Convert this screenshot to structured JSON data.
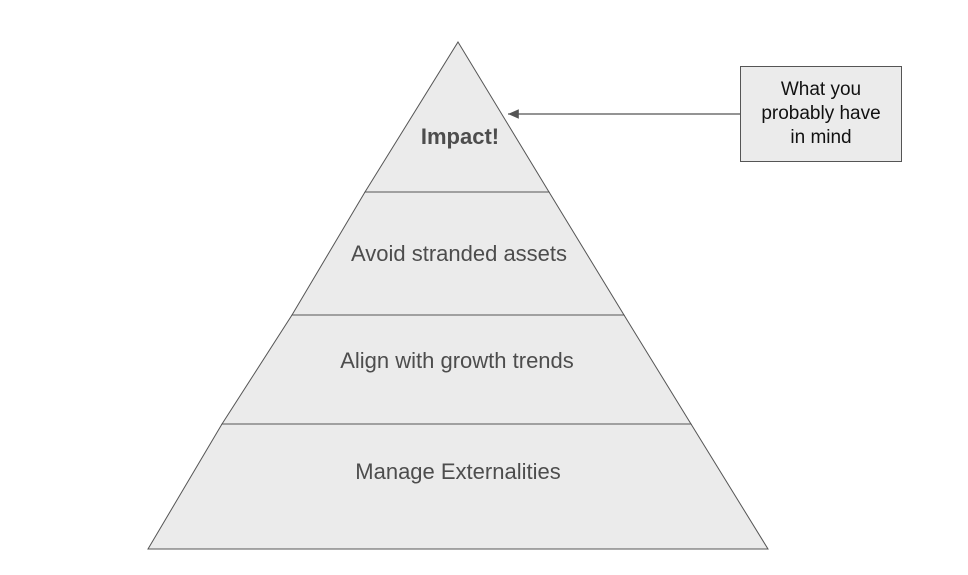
{
  "pyramid": {
    "levels": [
      {
        "label": "Impact!",
        "bold": true
      },
      {
        "label": "Avoid stranded assets",
        "bold": false
      },
      {
        "label": "Align with growth trends",
        "bold": false
      },
      {
        "label": "Manage Externalities",
        "bold": false
      }
    ]
  },
  "callout": {
    "text": "What you\nprobably have\nin mind"
  },
  "colors": {
    "fill": "#ebebeb",
    "stroke": "#555555",
    "label_text": "#4d4d4d",
    "callout_text": "#111111"
  }
}
